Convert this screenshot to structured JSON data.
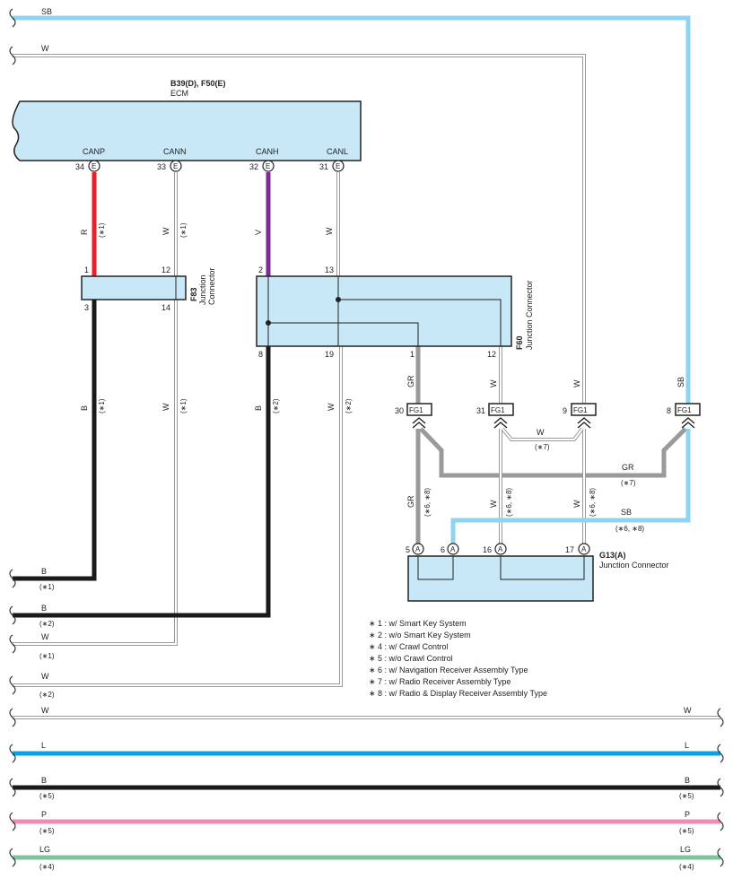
{
  "ecm": {
    "ref": "B39(D), F50(E)",
    "name": "ECM",
    "pins": [
      {
        "num": "34",
        "name": "CANP",
        "conn": "E"
      },
      {
        "num": "33",
        "name": "CANN",
        "conn": "E"
      },
      {
        "num": "32",
        "name": "CANH",
        "conn": "E"
      },
      {
        "num": "31",
        "name": "CANL",
        "conn": "E"
      }
    ]
  },
  "f83": {
    "ref": "F83",
    "line1": "Junction",
    "line2": "Connector",
    "pins": [
      "1",
      "12",
      "3",
      "14"
    ]
  },
  "f60": {
    "ref": "F60",
    "name": "Junction Connector",
    "pins": [
      "2",
      "13",
      "8",
      "19",
      "1",
      "12"
    ]
  },
  "g13": {
    "ref": "G13(A)",
    "name": "Junction Connector",
    "pins": [
      {
        "num": "5",
        "conn": "A"
      },
      {
        "num": "6",
        "conn": "A"
      },
      {
        "num": "16",
        "conn": "A"
      },
      {
        "num": "17",
        "conn": "A"
      }
    ]
  },
  "fg1": {
    "label": "FG1",
    "pins": [
      "30",
      "31",
      "9",
      "8"
    ]
  },
  "wire_labels": {
    "sb": "SB",
    "w": "W",
    "r": "R",
    "v": "V",
    "b": "B",
    "gr": "GR",
    "l": "L",
    "p": "P",
    "lg": "LG"
  },
  "notes": {
    "n1": "(∗1)",
    "n2": "(∗2)",
    "n4": "(∗4)",
    "n5": "(∗5)",
    "n7": "(∗7)",
    "n68": "(∗6, ∗8)"
  },
  "legend": [
    "∗ 1 : w/ Smart Key System",
    "∗ 2 : w/o Smart Key System",
    "∗ 4 : w/ Crawl Control",
    "∗ 5 : w/o Crawl Control",
    "∗ 6 : w/ Navigation Receiver Assembly Type",
    "∗ 7 : w/ Radio Receiver Assembly Type",
    "∗ 8 : w/ Radio & Display Receiver Assembly Type"
  ],
  "colors": {
    "sb": "#8fd3f0",
    "l": "#0aa2e0",
    "r": "#e8222a",
    "v": "#7b2d90",
    "b": "#1a1a1a",
    "gr": "#9a9a9a",
    "p": "#f08cba",
    "lg": "#7dc59a",
    "box": "#c8e8f7"
  }
}
